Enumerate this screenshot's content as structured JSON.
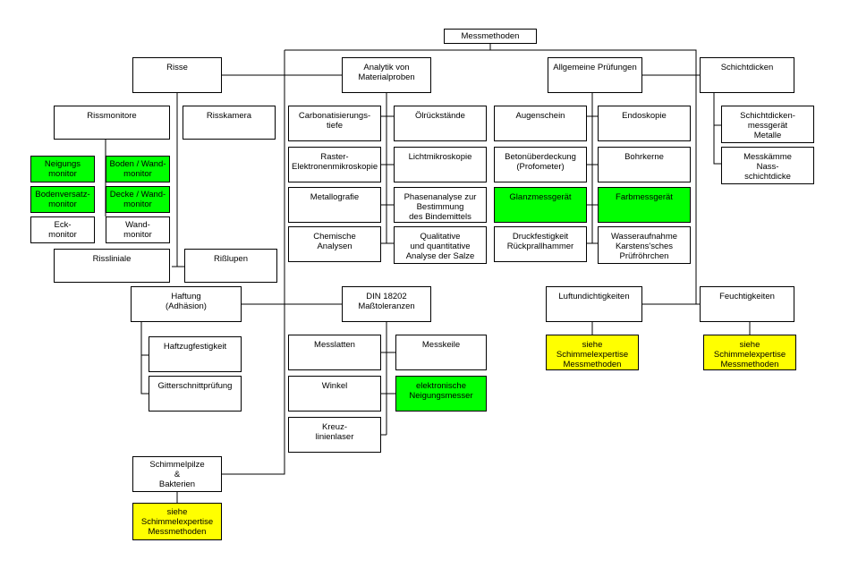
{
  "diagram": {
    "root": "Messmethoden",
    "risse": {
      "title": "Risse",
      "rissmonitore": "Rissmonitore",
      "risskamera": "Risskamera",
      "neigungsmonitor": "Neigungs\nmonitor",
      "boden_wand_monitor": "Boden / Wand-\nmonitor",
      "bodenversatzmonitor": "Bodenversatz-\nmonitor",
      "decke_wand_monitor": "Decke / Wand-\nmonitor",
      "eckmonitor": "Eck-\nmonitor",
      "wandmonitor": "Wand-\nmonitor",
      "rissliniale": "Rissliniale",
      "risslupen": "Rißlupen"
    },
    "analytik": {
      "title": "Analytik von\nMaterialproben",
      "carbonatisierung": "Carbonatisierungs-\ntiefe",
      "oelrueckstaende": "Ölrückstände",
      "rasterelektronen": "Raster-\nElektronenmikroskopie",
      "lichtmikroskopie": "Lichtmikroskopie",
      "metallografie": "Metallografie",
      "phasenanalyse": "Phasenanalyse zur\nBestimmung\ndes Bindemittels",
      "chemische": "Chemische\nAnalysen",
      "salze": "Qualitative\nund quantitative\nAnalyse der Salze"
    },
    "pruefungen": {
      "title": "Allgemeine Prüfungen",
      "augenschein": "Augenschein",
      "endoskopie": "Endoskopie",
      "betonueberdeckung": "Betonüberdeckung\n(Profometer)",
      "bohrkerne": "Bohrkerne",
      "glanzmessgeraet": "Glanzmessgerät",
      "farbmessgeraet": "Farbmessgerät",
      "druckfestigkeit": "Druckfestigkeit\nRückprallhammer",
      "wasseraufnahme": "Wasseraufnahme\nKarstens'sches\nPrüfröhrchen"
    },
    "schichtdicken": {
      "title": "Schichtdicken",
      "messgeraet": "Schichtdicken-\nmessgerät\nMetalle",
      "messkaemme": "Messkämme\nNass-\nschichtdicke"
    },
    "haftung": {
      "title": "Haftung\n(Adhäsion)",
      "haftzug": "Haftzugfestigkeit",
      "gitterschnitt": "Gitterschnittprüfung"
    },
    "din": {
      "title": "DIN 18202\nMaßtoleranzen",
      "messlatten": "Messlatten",
      "messkeile": "Messkeile",
      "winkel": "Winkel",
      "neigungsmesser": "elektronische\nNeigungsmesser",
      "kreuzlinienlaser": "Kreuz-\nlinienlaser"
    },
    "luftdichtigkeit": {
      "title": "Luftundichtigkeiten",
      "verweis": "siehe\nSchimmelexpertise\nMessmethoden"
    },
    "feuchtigkeit": {
      "title": "Feuchtigkeiten",
      "verweis": "siehe\nSchimmelexpertise\nMessmethoden"
    },
    "schimmel": {
      "title": "Schimmelpilze\n&\nBakterien",
      "verweis": "siehe\nSchimmelexpertise\nMessmethoden"
    }
  },
  "colors": {
    "highlight_green": "#00ff00",
    "highlight_yellow": "#ffff00",
    "line": "#000000"
  }
}
